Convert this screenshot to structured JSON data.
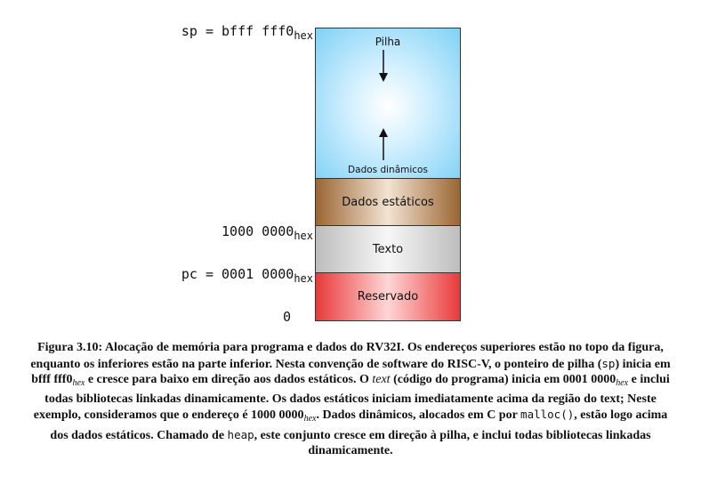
{
  "addresses": {
    "sp": {
      "prefix": "sp = bfff fff0",
      "sub": "hex"
    },
    "text_start": {
      "prefix": "1000 0000",
      "sub": "hex"
    },
    "pc": {
      "prefix": "pc = 0001 0000",
      "sub": "hex"
    },
    "zero": "0"
  },
  "segments": {
    "stack": "Pilha",
    "dynamic": "Dados dinâmicos",
    "static": "Dados estáticos",
    "text": "Texto",
    "reserved": "Reservado"
  },
  "colors": {
    "stack": "#7fd1f5",
    "static": "#9b6634",
    "text": "#bdbdbd",
    "reserved": "#e83a3a"
  },
  "caption": {
    "part1": "Figura 3.10: Alocação de memória para programa e dados do RV32I. Os endereços superiores estão no topo da figura, enquanto os inferiores estão na parte inferior. Nesta convenção de software do RISC-V, o ponteiro de pilha (",
    "sp_code": "sp",
    "part2": ") inicia em bfff fff0",
    "hex1": "hex",
    "part3": " e cresce para baixo em direção aos dados estáticos. O ",
    "text_italic": "text",
    "part4": " (código do programa) inicia em 0001 0000",
    "hex2": "hex",
    "part5": " e inclui todas bibliotecas linkadas dinamicamente. Os dados estáticos iniciam imediatamente acima da região do text; Neste exemplo, consideramos que o endereço é 1000 0000",
    "hex3": "hex",
    "part6": ". Dados dinâmicos, alocados em C por ",
    "malloc_code": "malloc()",
    "part7": ", estão logo acima dos dados estáticos. Chamado de ",
    "heap_code": "heap",
    "part8": ", este conjunto cresce em direção à pilha, e inclui todas bibliotecas linkadas dinamicamente."
  }
}
